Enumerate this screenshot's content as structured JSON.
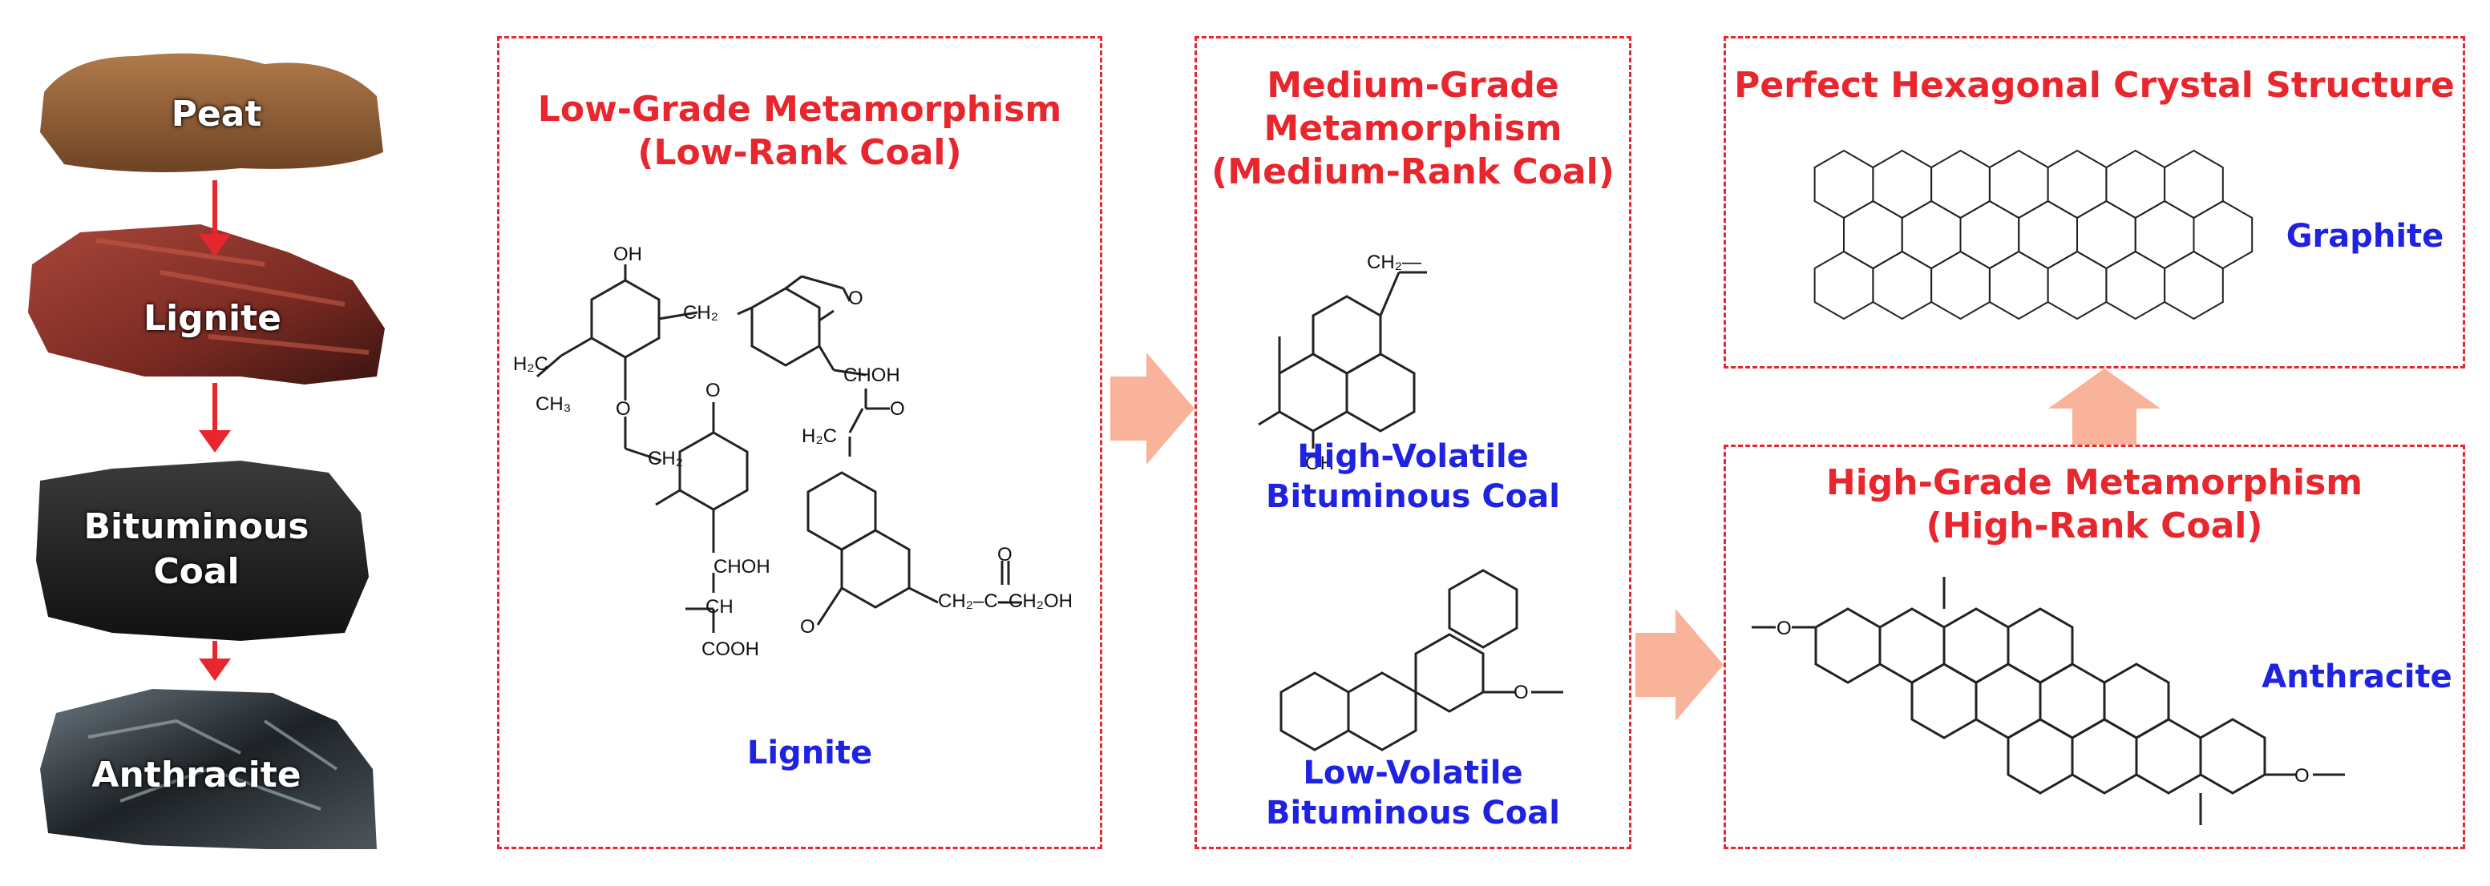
{
  "rocks": [
    {
      "label": "Peat"
    },
    {
      "label": "Lignite"
    },
    {
      "label": "Bituminous\nCoal"
    },
    {
      "label": "Anthracite"
    }
  ],
  "panels": {
    "low": {
      "title": "Low-Grade Metamorphism\n(Low-Rank Coal)",
      "caption": "Lignite"
    },
    "medium": {
      "title": "Medium-Grade\nMetamorphism\n(Medium-Rank Coal)",
      "caption_high": "High-Volatile\nBituminous Coal",
      "caption_low": "Low-Volatile\nBituminous Coal"
    },
    "graphite": {
      "title": "Perfect Hexagonal Crystal Structure",
      "caption": "Graphite"
    },
    "high": {
      "title": "High-Grade Metamorphism\n(High-Rank Coal)",
      "caption": "Anthracite"
    }
  },
  "chem_labels": {
    "oh": "OH",
    "ch2": "CH₂",
    "h2c": "H₂C",
    "ch3": "CH₃",
    "o": "O",
    "choh": "CHOH",
    "ch": "CH",
    "cooh": "COOH",
    "ch2_c_ch2oh": "CH₂–C–CH₂OH",
    "ch2_dash": "CH₂—"
  },
  "colors": {
    "red": "#e8262d",
    "blue": "#1f22e0",
    "arrow": "#f9b39a",
    "arrow_down": "#e8262d"
  }
}
